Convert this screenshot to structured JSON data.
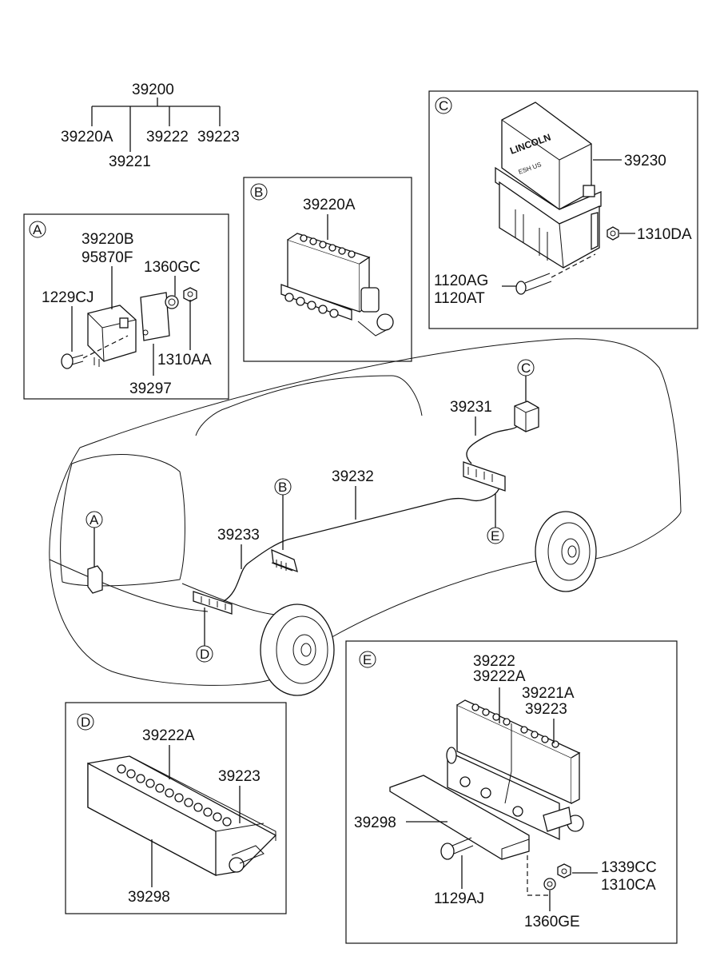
{
  "tree": {
    "root": "39200",
    "children": [
      "39220A",
      "39221",
      "39222",
      "39223"
    ]
  },
  "detail_A": {
    "marker": "A",
    "labels": [
      "39220B",
      "95870F",
      "1360GC",
      "1229CJ",
      "1310AA",
      "39297"
    ]
  },
  "detail_B": {
    "marker": "B",
    "labels": [
      "39220A"
    ]
  },
  "detail_C": {
    "marker": "C",
    "brand": "LINCOLN",
    "brand_sub": "ESH US",
    "labels": [
      "39230",
      "1310DA",
      "1120AG",
      "1120AT"
    ]
  },
  "vehicle": {
    "markers": [
      "A",
      "B",
      "C",
      "D",
      "E"
    ],
    "labels": [
      "39231",
      "39232",
      "39233"
    ]
  },
  "detail_D": {
    "marker": "D",
    "labels": [
      "39222A",
      "39223",
      "39298"
    ]
  },
  "detail_E": {
    "marker": "E",
    "labels": [
      "39222",
      "39222A",
      "39221A",
      "39223",
      "39298",
      "1129AJ",
      "1339CC",
      "1310CA",
      "1360GE"
    ]
  }
}
